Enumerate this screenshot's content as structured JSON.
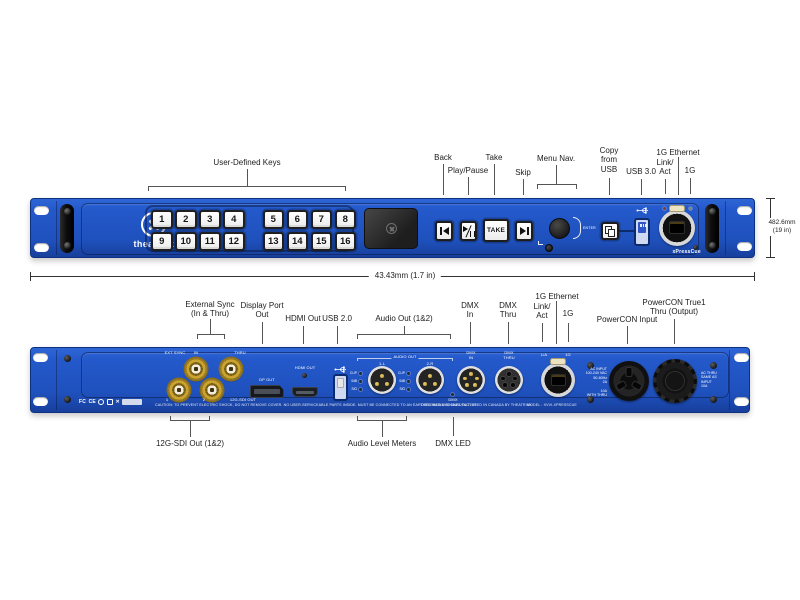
{
  "colors": {
    "chassis_blue": "#2257c9",
    "chassis_dark": "#173f9c",
    "bnc_gold": "#caa42f",
    "annotation_text": "#1c1c1c"
  },
  "front": {
    "logo": "theatrixx",
    "product": "xPressCue",
    "keys": [
      "1",
      "2",
      "3",
      "4",
      "5",
      "6",
      "7",
      "8",
      "9",
      "10",
      "11",
      "12",
      "13",
      "14",
      "15",
      "16"
    ],
    "take": "TAKE",
    "enter": "ENTER",
    "annotations": {
      "user_keys": "User-Defined Keys",
      "back": "Back",
      "play_pause": "Play/Pause",
      "take": "Take",
      "skip": "Skip",
      "menu_nav": "Menu Nav.",
      "copy_usb": "Copy\nfrom\nUSB",
      "usb3": "USB 3.0",
      "ethernet": "1G Ethernet",
      "link_act": "Link/\nAct",
      "one_g": "1G"
    },
    "dims": {
      "width": "43.43mm (1.7 in)",
      "height": "482.6mm\n(19 in)"
    }
  },
  "rear": {
    "annotations": {
      "ext_sync": "External Sync\n(In & Thru)",
      "dp": "Display Port\nOut",
      "hdmi": "HDMI Out",
      "usb2": "USB 2.0",
      "audio": "Audio Out (1&2)",
      "dmx_in": "DMX\nIn",
      "dmx_thru": "DMX\nThru",
      "ethernet": "1G Ethernet",
      "link_act": "Link/\nAct",
      "one_g": "1G",
      "pcon_in": "PowerCON Input",
      "pcon_thru": "PowerCON True1\nThru (Output)",
      "sdi_out": "12G-SDI Out (1&2)",
      "audio_meters": "Audio Level Meters",
      "dmx_led": "DMX LED"
    },
    "labels": {
      "ext_sync": "EXT SYNC",
      "in": "IN",
      "thru": "THRU",
      "n1": "1",
      "n2": "2",
      "sdi": "12G-SDI OUT",
      "dp": "DP OUT",
      "hdmi": "HDMI OUT",
      "audio": "AUDIO OUT",
      "ch1": "1-L",
      "ch2": "2-R",
      "clip": "CLIP",
      "db": "0dB",
      "sig": "SIG",
      "dmx_in": "DMX\nIN",
      "dmx_thru": "DMX\nTHRU",
      "dmx": "DMX",
      "la": "L/A",
      "g": "1G"
    },
    "power": {
      "ac_input": "AC INPUT\n100-240 VAC\n50-60Hz\n2A",
      "thru_rating": "10A\nWITH THRU",
      "ac_thru": "AC THRU\nSAME AS\nINPUT\n10A"
    },
    "fine": {
      "cert_fcc": "FC",
      "cert_ce": "CE",
      "caution": "CAUTION: TO PREVENT ELECTRIC SHOCK, DO NOT REMOVE COVER. NO USER-SERVICEABLE PARTS INSIDE. MUST BE CONNECTED TO AN EARTHED MAINS SOCKET-OUTLET.",
      "made": "DESIGNED AND MANUFACTURED IN CANADA BY THEATRIXX",
      "model": "MODEL : XVVI-XPRESSCUE"
    }
  }
}
